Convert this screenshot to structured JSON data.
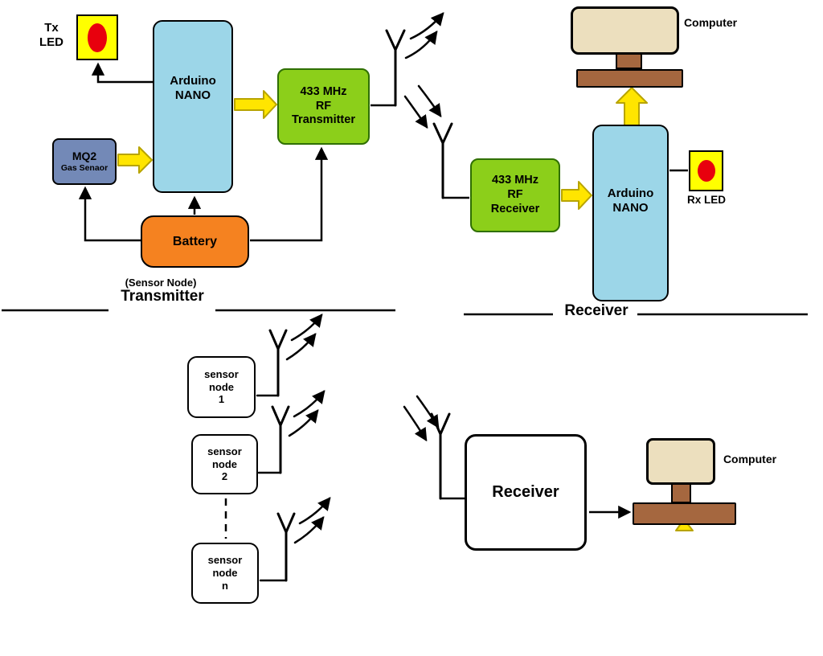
{
  "colors": {
    "arduino_blue": "#9cd6e8",
    "module_green": "#8ccf1a",
    "battery_orange": "#f58220",
    "mq2_slate": "#7389b7",
    "arrow_yellow": "#ffe500",
    "led_yellow": "#ffff00",
    "led_red": "#e8000d",
    "monitor_beige": "#ecdfbe",
    "monitor_brown": "#a5673f"
  },
  "transmitter": {
    "tx_led_label": "Tx\nLED",
    "arduino_label": "Arduino\nNANO",
    "mq2_title": "MQ2",
    "mq2_subtitle": "Gas Senaor",
    "rf_label": "433 MHz\nRF\nTransmitter",
    "battery_label": "Battery",
    "subcaption": "(Sensor Node)",
    "caption": "Transmitter"
  },
  "receiver": {
    "computer_label": "Computer",
    "rf_label": "433 MHz\nRF\nReceiver",
    "arduino_label": "Arduino\nNANO",
    "rx_led_label": "Rx LED",
    "caption": "Receiver"
  },
  "network": {
    "nodes": [
      {
        "label": "sensor\nnode\n1"
      },
      {
        "label": "sensor\nnode\n2"
      },
      {
        "label": "sensor\nnode\nn"
      }
    ],
    "receiver_label": "Receiver",
    "computer_label": "Computer"
  }
}
